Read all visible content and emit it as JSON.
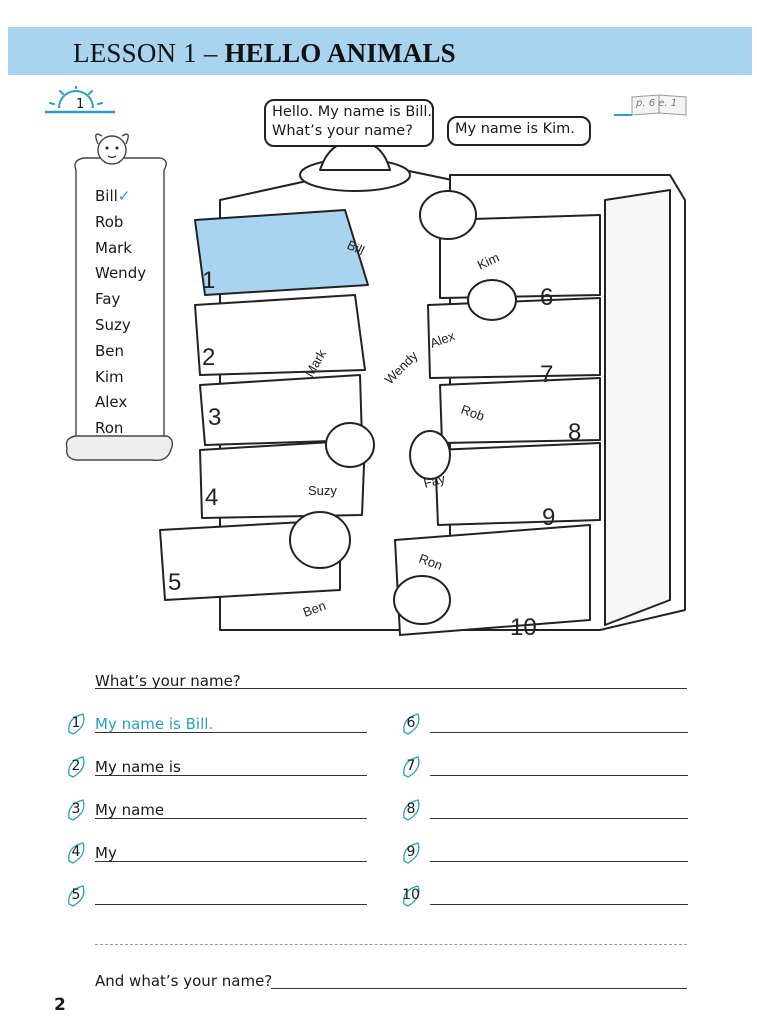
{
  "header": {
    "lesson_prefix": "LESSON 1 – ",
    "lesson_title": "HELLO ANIMALS"
  },
  "task": {
    "number": "1",
    "book_ref": "p. 6  e. 1"
  },
  "name_list": [
    "Bill",
    "Rob",
    "Mark",
    "Wendy",
    "Fay",
    "Suzy",
    "Ben",
    "Kim",
    "Alex",
    "Ron"
  ],
  "bubbles": {
    "bill_line1": "Hello. My name is Bill.",
    "bill_line2": "What’s your name?",
    "kim": "My name is Kim."
  },
  "illustration": {
    "tags": [
      "Bill",
      "Kim",
      "Mark",
      "Alex",
      "Wendy",
      "Rob",
      "Suzy",
      "Fay",
      "Ben",
      "Ron"
    ],
    "drawer_numbers": [
      "1",
      "2",
      "3",
      "4",
      "5",
      "6",
      "7",
      "8",
      "9",
      "10"
    ]
  },
  "exercise": {
    "question": "What’s your name?",
    "left_rows": [
      {
        "num": "1",
        "text": "My name is Bill."
      },
      {
        "num": "2",
        "text": "My name is"
      },
      {
        "num": "3",
        "text": "My name"
      },
      {
        "num": "4",
        "text": "My"
      },
      {
        "num": "5",
        "text": ""
      }
    ],
    "right_rows": [
      {
        "num": "6",
        "text": ""
      },
      {
        "num": "7",
        "text": ""
      },
      {
        "num": "8",
        "text": ""
      },
      {
        "num": "9",
        "text": ""
      },
      {
        "num": "10",
        "text": ""
      }
    ],
    "final_question": "And what’s your name?"
  },
  "page_number": "2",
  "colors": {
    "header_band": "#a9d4ef",
    "accent": "#2a9ec4",
    "drawer_highlight": "#a9d4ef"
  }
}
